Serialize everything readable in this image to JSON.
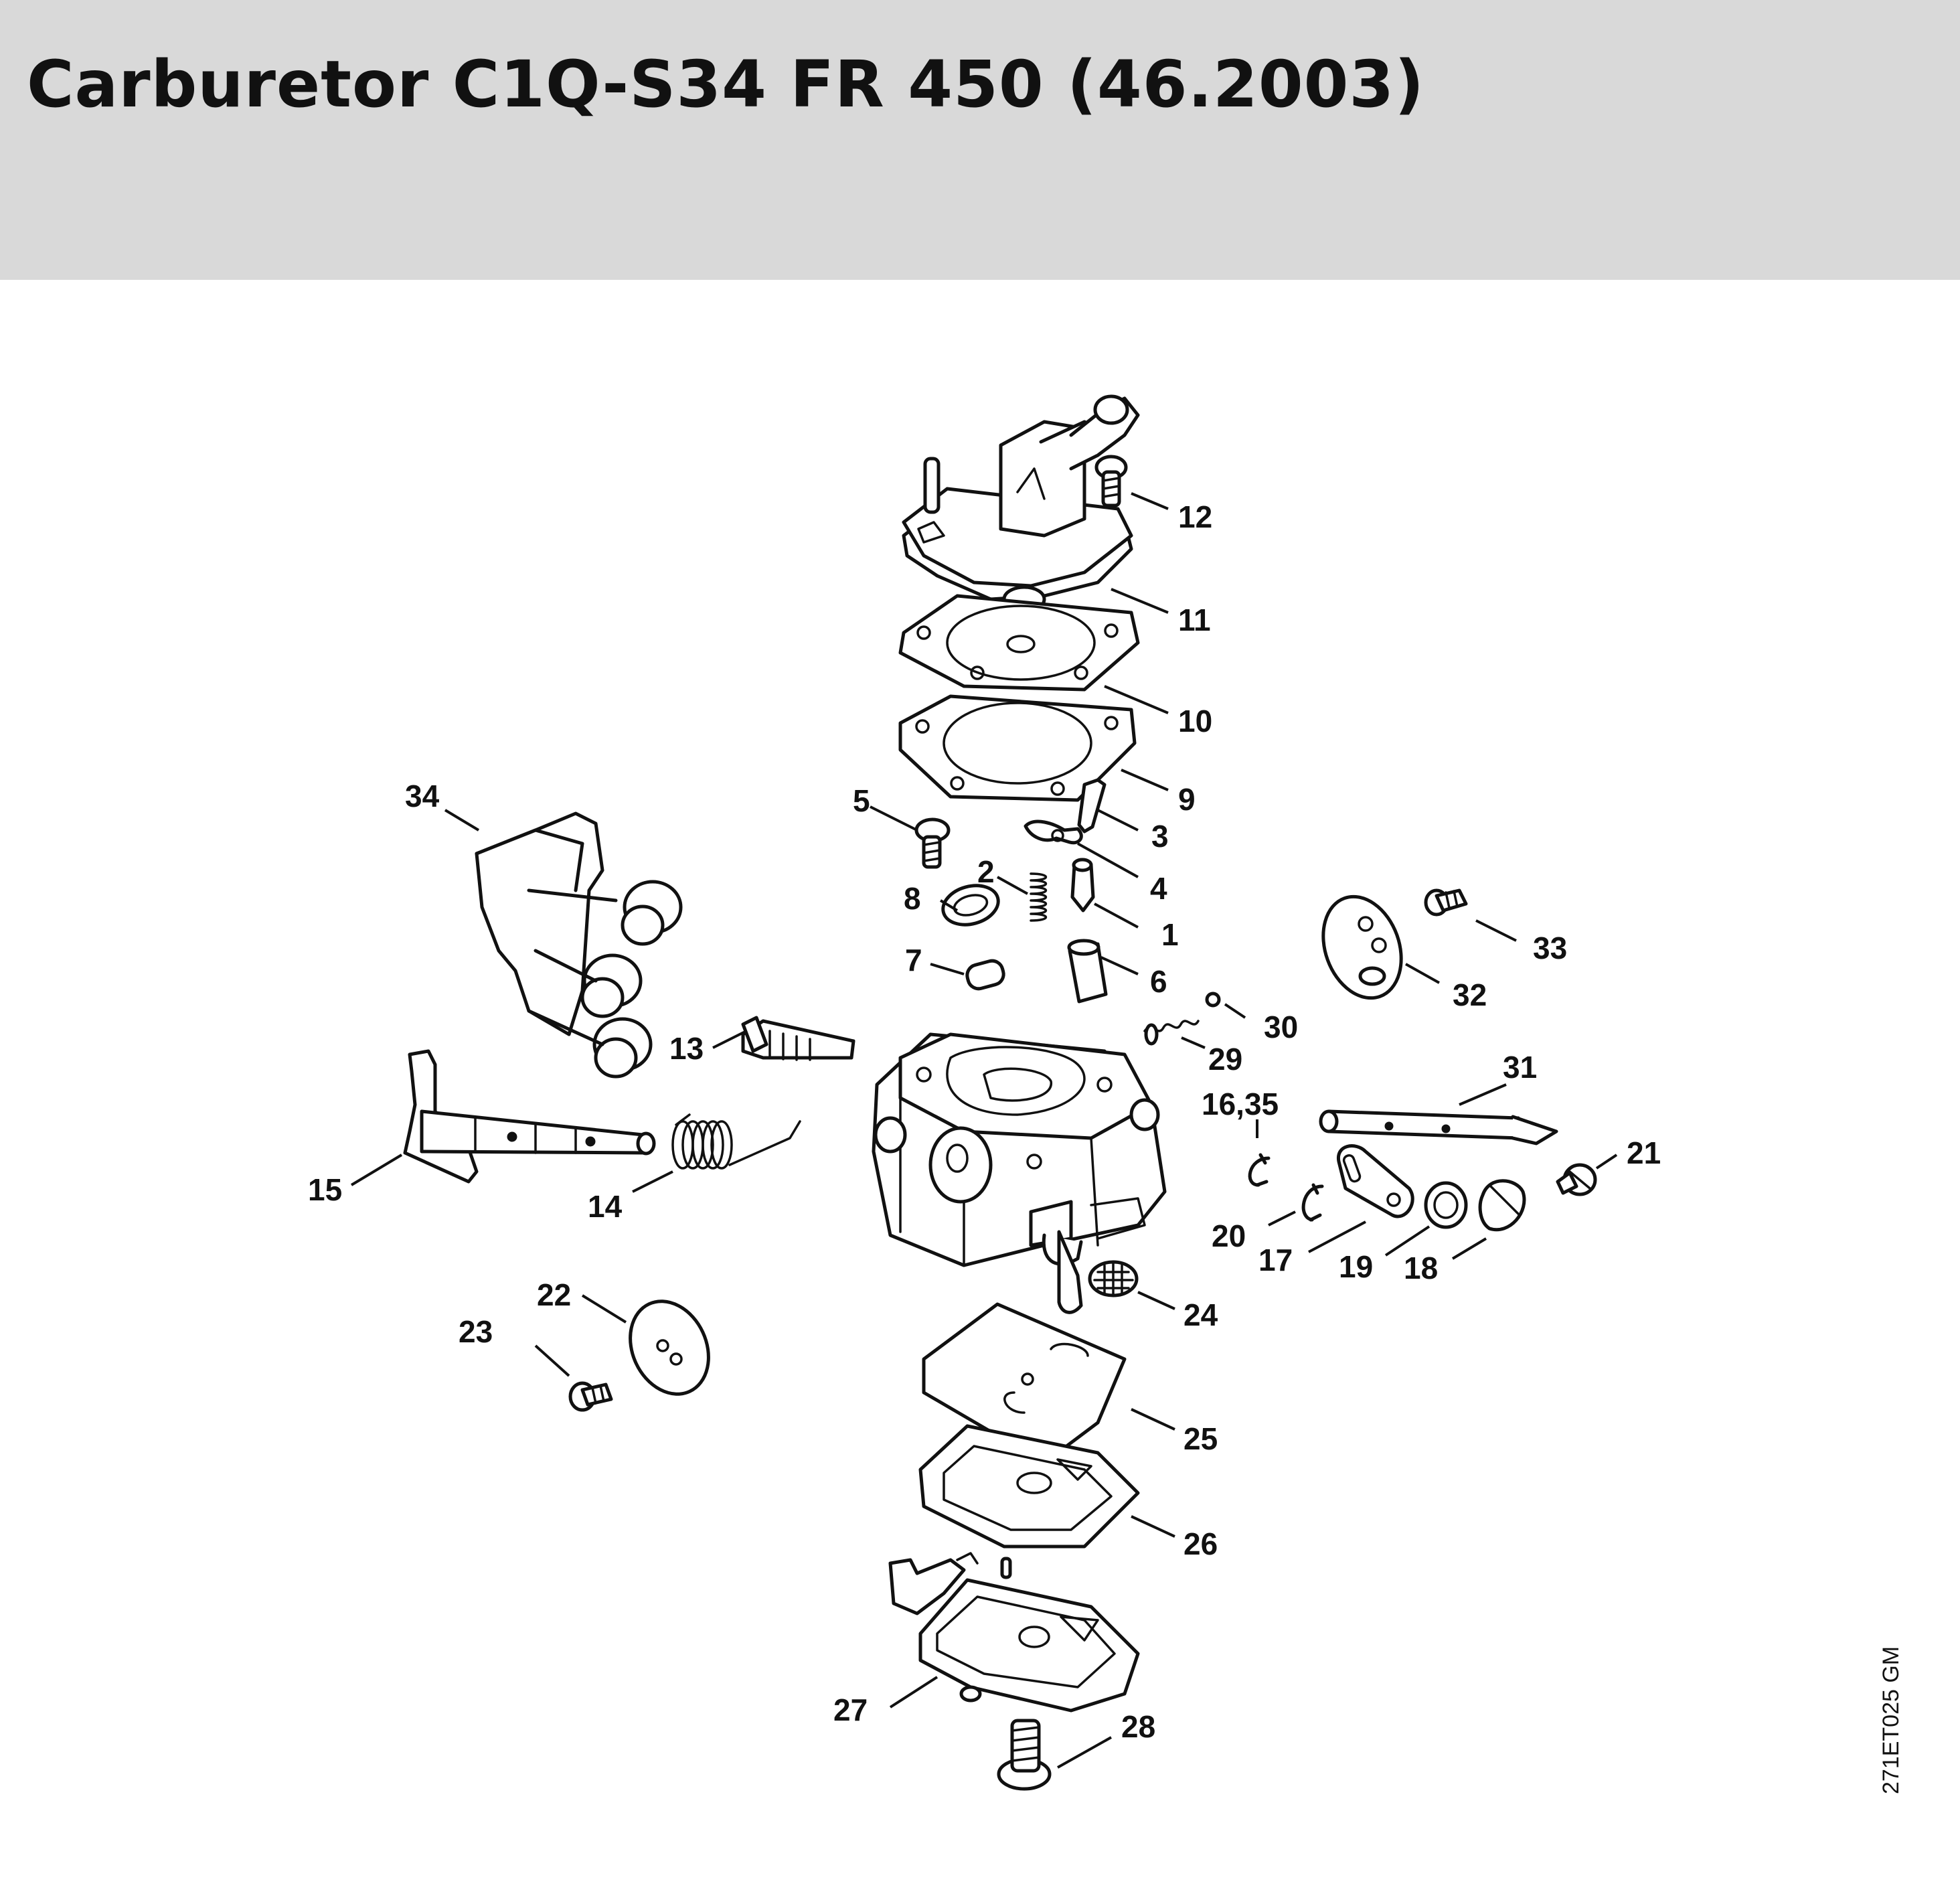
{
  "header": {
    "title": "Carburetor C1Q-S34 FR 450 (46.2003)",
    "background": "#d9d9d9"
  },
  "drawing_code": "271ET025 GM",
  "callouts": [
    "1",
    "2",
    "3",
    "4",
    "5",
    "6",
    "7",
    "8",
    "9",
    "10",
    "11",
    "12",
    "13",
    "14",
    "15",
    "16,35",
    "17",
    "18",
    "19",
    "20",
    "21",
    "22",
    "23",
    "24",
    "25",
    "26",
    "27",
    "28",
    "29",
    "30",
    "31",
    "32",
    "33",
    "34"
  ],
  "parts": [
    {
      "name": "cover",
      "icon": "cover-with-fitting"
    },
    {
      "name": "diaphragm",
      "icon": "diaphragm"
    },
    {
      "name": "gasket",
      "icon": "gasket"
    },
    {
      "name": "carburetor-body",
      "icon": "carburetor-body"
    },
    {
      "name": "pump-diaphragm",
      "icon": "pump-diaphragm"
    },
    {
      "name": "pump-gasket",
      "icon": "pump-gasket"
    },
    {
      "name": "end-cover",
      "icon": "end-cover"
    },
    {
      "name": "throttle-shaft",
      "icon": "shaft"
    },
    {
      "name": "choke-shaft",
      "icon": "shaft"
    },
    {
      "name": "throttle-linkage",
      "icon": "linkage"
    }
  ]
}
